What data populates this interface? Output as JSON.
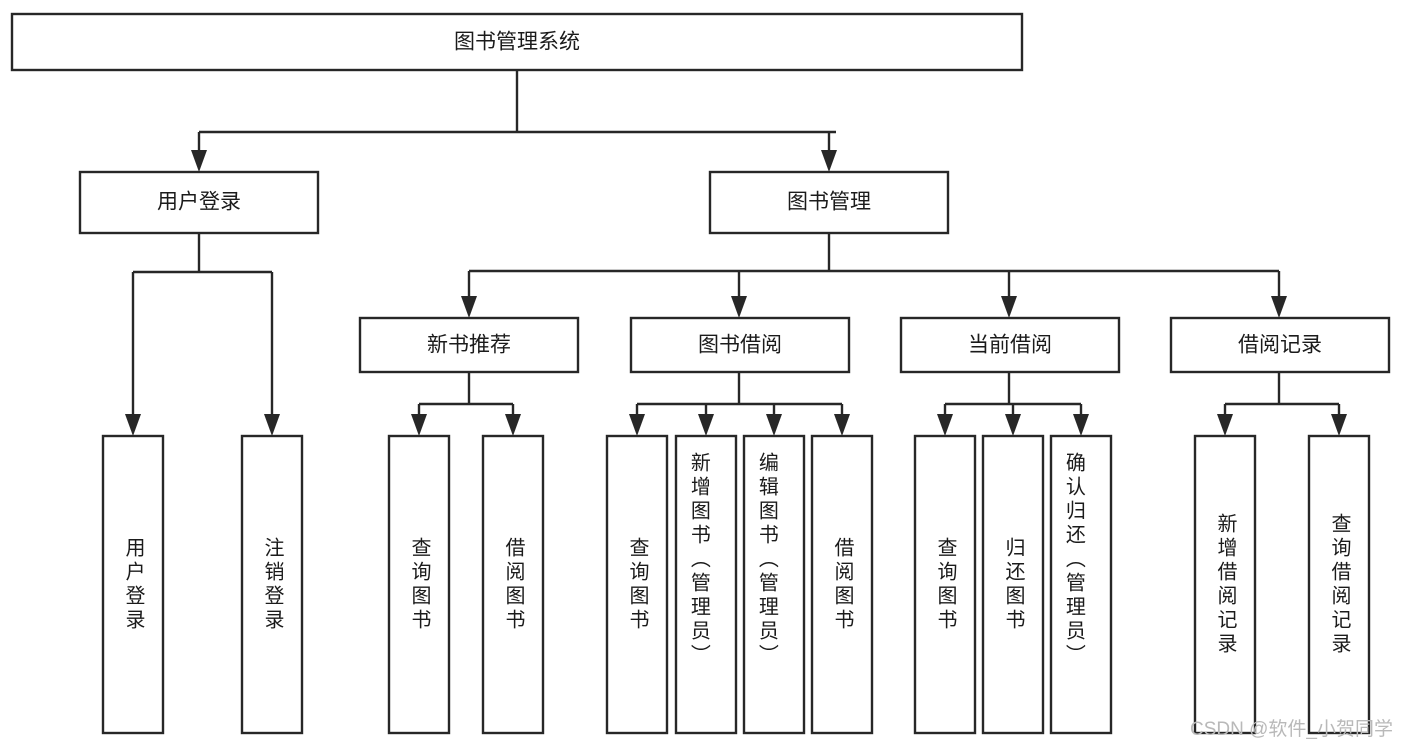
{
  "diagram": {
    "type": "tree",
    "title": "图书管理系统",
    "root": {
      "id": "root",
      "label": "图书管理系统"
    },
    "level1": [
      {
        "id": "user-login",
        "label": "用户登录"
      },
      {
        "id": "book-manage",
        "label": "图书管理"
      }
    ],
    "level2": [
      {
        "id": "new-book-recommend",
        "label": "新书推荐",
        "parent": "book-manage"
      },
      {
        "id": "book-borrow",
        "label": "图书借阅",
        "parent": "book-manage"
      },
      {
        "id": "current-borrow",
        "label": "当前借阅",
        "parent": "book-manage"
      },
      {
        "id": "borrow-record",
        "label": "借阅记录",
        "parent": "book-manage"
      }
    ],
    "leaves": [
      {
        "id": "leaf-user-login",
        "label": "用户登录",
        "parent": "user-login"
      },
      {
        "id": "leaf-logout",
        "label": "注销登录",
        "parent": "user-login"
      },
      {
        "id": "leaf-query-book-1",
        "label": "查询图书",
        "parent": "new-book-recommend"
      },
      {
        "id": "leaf-borrow-book-1",
        "label": "借阅图书",
        "parent": "new-book-recommend"
      },
      {
        "id": "leaf-query-book-2",
        "label": "查询图书",
        "parent": "book-borrow"
      },
      {
        "id": "leaf-add-book",
        "label": "新增图书（管理员）",
        "parent": "book-borrow"
      },
      {
        "id": "leaf-edit-book",
        "label": "编辑图书（管理员）",
        "parent": "book-borrow"
      },
      {
        "id": "leaf-borrow-book-2",
        "label": "借阅图书",
        "parent": "book-borrow"
      },
      {
        "id": "leaf-query-book-3",
        "label": "查询图书",
        "parent": "current-borrow"
      },
      {
        "id": "leaf-return-book",
        "label": "归还图书",
        "parent": "current-borrow"
      },
      {
        "id": "leaf-confirm-return",
        "label": "确认归还（管理员）",
        "parent": "current-borrow"
      },
      {
        "id": "leaf-add-record",
        "label": "新增借阅记录",
        "parent": "borrow-record"
      },
      {
        "id": "leaf-query-record",
        "label": "查询借阅记录",
        "parent": "borrow-record"
      }
    ],
    "colors": {
      "stroke": "#272727",
      "fill": "#ffffff",
      "text": "#1b1b1b",
      "watermark": "#b9b9b9"
    }
  },
  "watermark": {
    "text": "CSDN @软件_小贺同学"
  }
}
